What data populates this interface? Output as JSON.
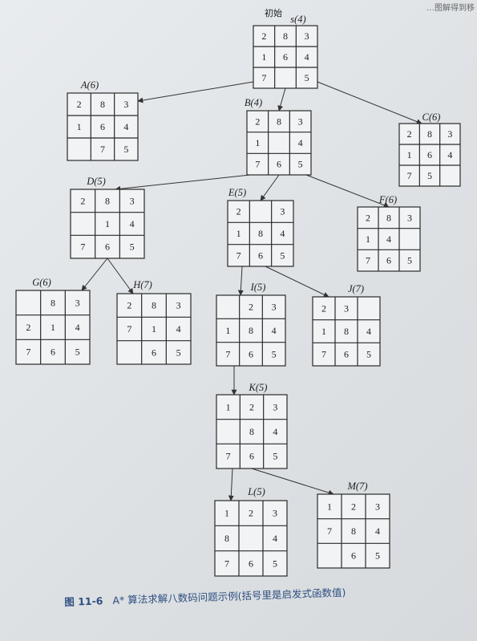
{
  "header_fragment": "…图解得到移",
  "root_caption": "初始",
  "caption": {
    "figure_number": "图 11-6",
    "text": "A* 算法求解八数码问题示例(括号里是启发式函数值)"
  },
  "nodes": {
    "S": {
      "label": "s(4)",
      "cells": [
        "2",
        "8",
        "3",
        "1",
        "6",
        "4",
        "7",
        "",
        "5"
      ]
    },
    "A": {
      "label": "A(6)",
      "cells": [
        "2",
        "8",
        "3",
        "1",
        "6",
        "4",
        "",
        "7",
        "5"
      ]
    },
    "B": {
      "label": "B(4)",
      "cells": [
        "2",
        "8",
        "3",
        "1",
        "",
        "4",
        "7",
        "6",
        "5"
      ]
    },
    "C": {
      "label": "C(6)",
      "cells": [
        "2",
        "8",
        "3",
        "1",
        "6",
        "4",
        "7",
        "5",
        ""
      ]
    },
    "D": {
      "label": "D(5)",
      "cells": [
        "2",
        "8",
        "3",
        "",
        "1",
        "4",
        "7",
        "6",
        "5"
      ]
    },
    "E": {
      "label": "E(5)",
      "cells": [
        "2",
        "",
        "3",
        "1",
        "8",
        "4",
        "7",
        "6",
        "5"
      ]
    },
    "F": {
      "label": "F(6)",
      "cells": [
        "2",
        "8",
        "3",
        "1",
        "4",
        "",
        "7",
        "6",
        "5"
      ]
    },
    "G": {
      "label": "G(6)",
      "cells": [
        "",
        "8",
        "3",
        "2",
        "1",
        "4",
        "7",
        "6",
        "5"
      ]
    },
    "H": {
      "label": "H(7)",
      "cells": [
        "2",
        "8",
        "3",
        "7",
        "1",
        "4",
        "",
        "6",
        "5"
      ]
    },
    "I": {
      "label": "I(5)",
      "cells": [
        "",
        "2",
        "3",
        "1",
        "8",
        "4",
        "7",
        "6",
        "5"
      ]
    },
    "J": {
      "label": "J(7)",
      "cells": [
        "2",
        "3",
        "",
        "1",
        "8",
        "4",
        "7",
        "6",
        "5"
      ]
    },
    "K": {
      "label": "K(5)",
      "cells": [
        "1",
        "2",
        "3",
        "",
        "8",
        "4",
        "7",
        "6",
        "5"
      ]
    },
    "L": {
      "label": "L(5)",
      "cells": [
        "1",
        "2",
        "3",
        "8",
        "",
        "4",
        "7",
        "6",
        "5"
      ]
    },
    "M": {
      "label": "M(7)",
      "cells": [
        "1",
        "2",
        "3",
        "7",
        "8",
        "4",
        "",
        "6",
        "5"
      ]
    }
  },
  "edges": [
    [
      "S",
      "A"
    ],
    [
      "S",
      "B"
    ],
    [
      "S",
      "C"
    ],
    [
      "B",
      "D"
    ],
    [
      "B",
      "E"
    ],
    [
      "B",
      "F"
    ],
    [
      "D",
      "G"
    ],
    [
      "D",
      "H"
    ],
    [
      "E",
      "I"
    ],
    [
      "E",
      "J"
    ],
    [
      "I",
      "K"
    ],
    [
      "K",
      "L"
    ],
    [
      "K",
      "M"
    ]
  ]
}
